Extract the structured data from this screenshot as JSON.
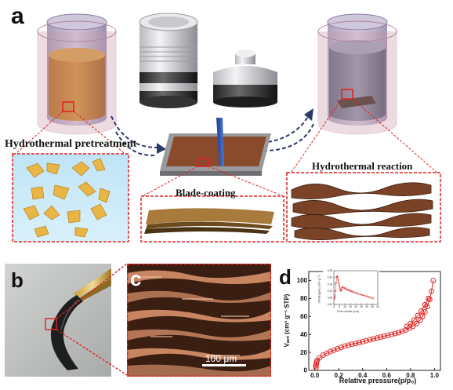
{
  "panels": {
    "a": {
      "letter": "a"
    },
    "b": {
      "letter": "b"
    },
    "c": {
      "letter": "c",
      "scalebar_label": "100 μm"
    },
    "d": {
      "letter": "d"
    }
  },
  "labels": {
    "hydrothermal_pretreatment": "Hydrothermal pretreatment",
    "blade_coating": "Blade-coating",
    "hydrothermal_reaction": "Hydrothermal reaction"
  },
  "colors": {
    "dashed_red": "#e0201e",
    "arrow_navy": "#2a3b66",
    "sheet_gold": "#e9b645",
    "film_brown": "#7a4227",
    "plot_red": "#e02424",
    "sem_copper": "#d7916b"
  },
  "chart_data": [
    {
      "type": "scatter",
      "title": "",
      "xlabel": "Relative pressure(p/p₀)",
      "ylabel": "Vₐₑₛ (cm³ g⁻¹ STP)",
      "xlim": [
        -0.05,
        1.05
      ],
      "ylim": [
        0,
        110
      ],
      "xticks": [
        "0.0",
        "0.2",
        "0.4",
        "0.6",
        "0.8",
        "1.0"
      ],
      "yticks": [
        "0",
        "20",
        "40",
        "60",
        "80",
        "100"
      ],
      "series": [
        {
          "marker": "open-circle",
          "x": [
            0.01,
            0.01,
            0.012,
            0.015,
            0.02,
            0.04,
            0.07,
            0.1,
            0.13,
            0.16,
            0.19,
            0.22,
            0.25,
            0.28,
            0.31,
            0.34,
            0.37,
            0.4,
            0.43,
            0.46,
            0.49,
            0.52,
            0.55,
            0.58,
            0.61,
            0.64,
            0.67,
            0.7,
            0.73,
            0.76,
            0.79,
            0.82,
            0.85,
            0.88,
            0.9,
            0.92,
            0.94,
            0.96,
            0.975,
            0.99
          ],
          "y": [
            3,
            5,
            7,
            9,
            11,
            14,
            17,
            19,
            21,
            22.5,
            24,
            25.5,
            27,
            28,
            29,
            30,
            31,
            32,
            33,
            34,
            35,
            36,
            37,
            38,
            39,
            40,
            41,
            42,
            43.5,
            45,
            47,
            49,
            52,
            56,
            60,
            65,
            71,
            79,
            88,
            100
          ]
        },
        {
          "marker": "open-circle",
          "x": [
            0.95,
            0.92,
            0.89,
            0.86,
            0.83,
            0.8,
            0.77
          ],
          "y": [
            80,
            73,
            66,
            61,
            56,
            52,
            49
          ]
        }
      ]
    },
    {
      "type": "line",
      "title": "",
      "xlabel": "Pore width (nm)",
      "ylabel": "dV/dlog(w) (cm³ g⁻¹)",
      "xlim": [
        0,
        40
      ],
      "ylim": [
        0,
        0.25
      ],
      "xticks": [
        "0",
        "5",
        "10",
        "15",
        "20",
        "25",
        "30",
        "35",
        "40"
      ],
      "yticks": [
        "0.00",
        "0.05",
        "0.10",
        "0.15",
        "0.20",
        "0.25"
      ],
      "series": [
        {
          "marker": "open-circle",
          "x": [
            0.5,
            1,
            1.5,
            2,
            2.5,
            3,
            3.5,
            4,
            4.5,
            5,
            5.5,
            6,
            6.5,
            7,
            7.5,
            8,
            9,
            10,
            11,
            12,
            13,
            14,
            15,
            16,
            17,
            18,
            20,
            22,
            24,
            26,
            28,
            30,
            32,
            34,
            36
          ],
          "y": [
            0.04,
            0.06,
            0.1,
            0.16,
            0.2,
            0.21,
            0.2,
            0.18,
            0.16,
            0.14,
            0.12,
            0.105,
            0.1,
            0.11,
            0.125,
            0.13,
            0.125,
            0.12,
            0.115,
            0.11,
            0.108,
            0.105,
            0.1,
            0.098,
            0.095,
            0.09,
            0.085,
            0.08,
            0.075,
            0.07,
            0.065,
            0.06,
            0.055,
            0.05,
            0.045
          ]
        }
      ]
    }
  ]
}
